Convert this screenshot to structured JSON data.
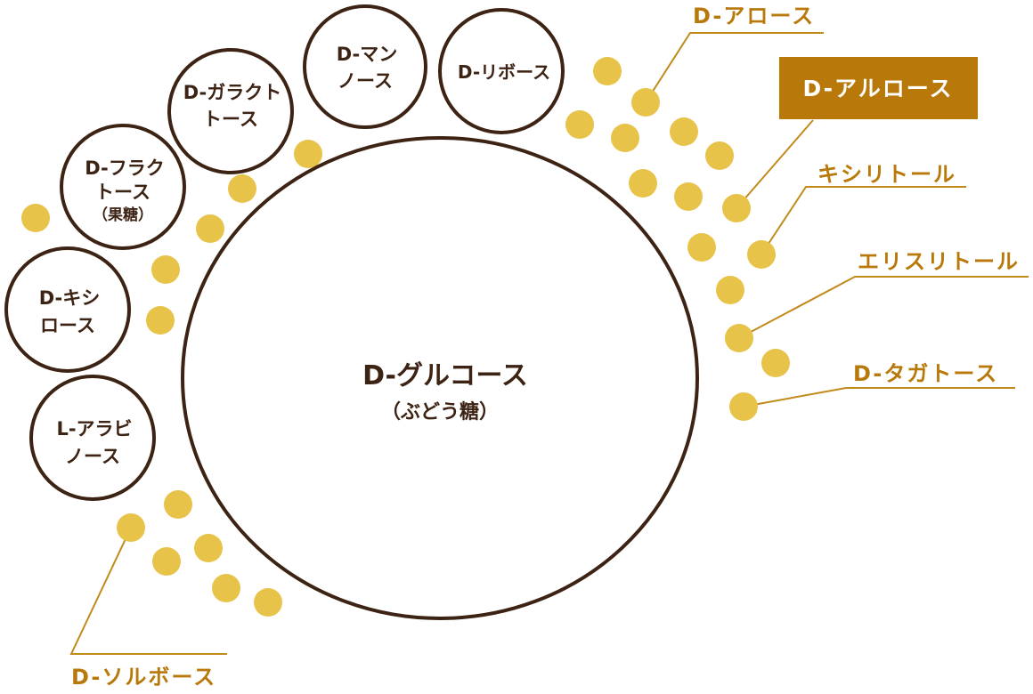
{
  "colors": {
    "ring": "#3d2314",
    "dot": "#e8c34a",
    "label": "#b8790a",
    "highlight": "#b8790a"
  },
  "center": {
    "line1": "D-グルコース",
    "line2": "（ぶどう糖）"
  },
  "circles": [
    {
      "lines": [
        "D-リボース"
      ]
    },
    {
      "lines": [
        "D-マン",
        "ノース"
      ]
    },
    {
      "lines": [
        "D-ガラクト",
        "トース"
      ]
    },
    {
      "lines": [
        "D-フラク",
        "トース",
        "（果糖）"
      ]
    },
    {
      "lines": [
        "D-キシ",
        "ロース"
      ]
    },
    {
      "lines": [
        "L-アラビ",
        "ノース"
      ]
    }
  ],
  "labels": {
    "allose": "D-アロース",
    "allulose": "D-アルロース",
    "xylitol": "キシリトール",
    "erythritol": "エリスリトール",
    "tagatose": "D-タガトース",
    "sorbose": "D-ソルボース"
  }
}
